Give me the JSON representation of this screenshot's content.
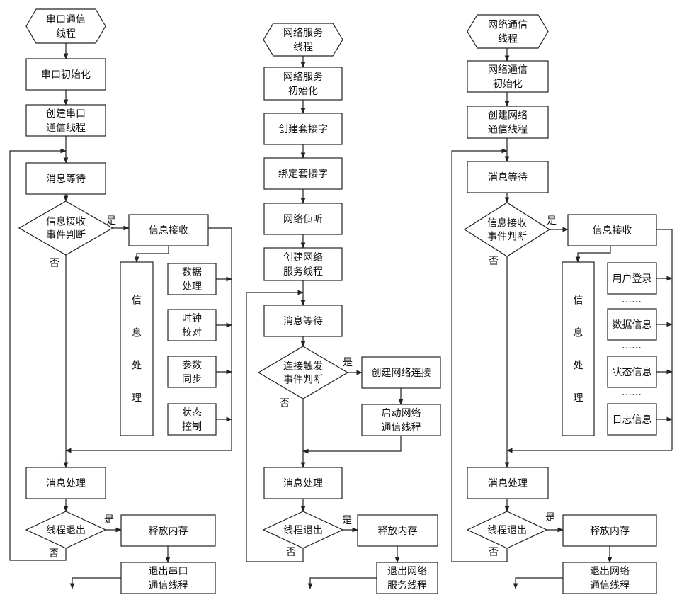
{
  "serial": {
    "start": [
      "串口通信",
      "线程"
    ],
    "init": [
      "串口初始化"
    ],
    "create": [
      "创建串口",
      "通信线程"
    ],
    "wait": [
      "消息等待"
    ],
    "decision": [
      "信息接收",
      "事件判断"
    ],
    "yes": "是",
    "no": "否",
    "recv": [
      "信息接收"
    ],
    "proc": [
      "信",
      "息",
      "处",
      "理"
    ],
    "subs": [
      [
        "数据",
        "处理"
      ],
      [
        "时钟",
        "校对"
      ],
      [
        "参数",
        "同步"
      ],
      [
        "状态",
        "控制"
      ]
    ],
    "msg": [
      "消息处理"
    ],
    "exit_q": [
      "线程退出"
    ],
    "release": [
      "释放内存"
    ],
    "end": [
      "退出串口",
      "通信线程"
    ]
  },
  "netsvc": {
    "start": [
      "网络服务",
      "线程"
    ],
    "init": [
      "网络服务",
      "初始化"
    ],
    "socket": [
      "创建套接字"
    ],
    "bind": [
      "绑定套接字"
    ],
    "listen": [
      "网络侦听"
    ],
    "create": [
      "创建网络",
      "服务线程"
    ],
    "wait": [
      "消息等待"
    ],
    "decision": [
      "连接触发",
      "事件判断"
    ],
    "yes": "是",
    "no": "否",
    "conn": [
      "创建网络连接"
    ],
    "start_thread": [
      "启动网络",
      "通信线程"
    ],
    "msg": [
      "消息处理"
    ],
    "exit_q": [
      "线程退出"
    ],
    "release": [
      "释放内存"
    ],
    "end": [
      "退出网络",
      "服务线程"
    ]
  },
  "netcomm": {
    "start": [
      "网络通信",
      "线程"
    ],
    "init": [
      "网络通信",
      "初始化"
    ],
    "create": [
      "创建网络",
      "通信线程"
    ],
    "wait": [
      "消息等待"
    ],
    "decision": [
      "信息接收",
      "事件判断"
    ],
    "yes": "是",
    "no": "否",
    "recv": [
      "信息接收"
    ],
    "proc": [
      "信",
      "息",
      "处",
      "理"
    ],
    "subs": [
      [
        "用户登录"
      ],
      [
        "数据信息"
      ],
      [
        "状态信息"
      ],
      [
        "日志信息"
      ]
    ],
    "dots": "……",
    "msg": [
      "消息处理"
    ],
    "exit_q": [
      "线程退出"
    ],
    "release": [
      "释放内存"
    ],
    "end": [
      "退出网络",
      "通信线程"
    ]
  }
}
